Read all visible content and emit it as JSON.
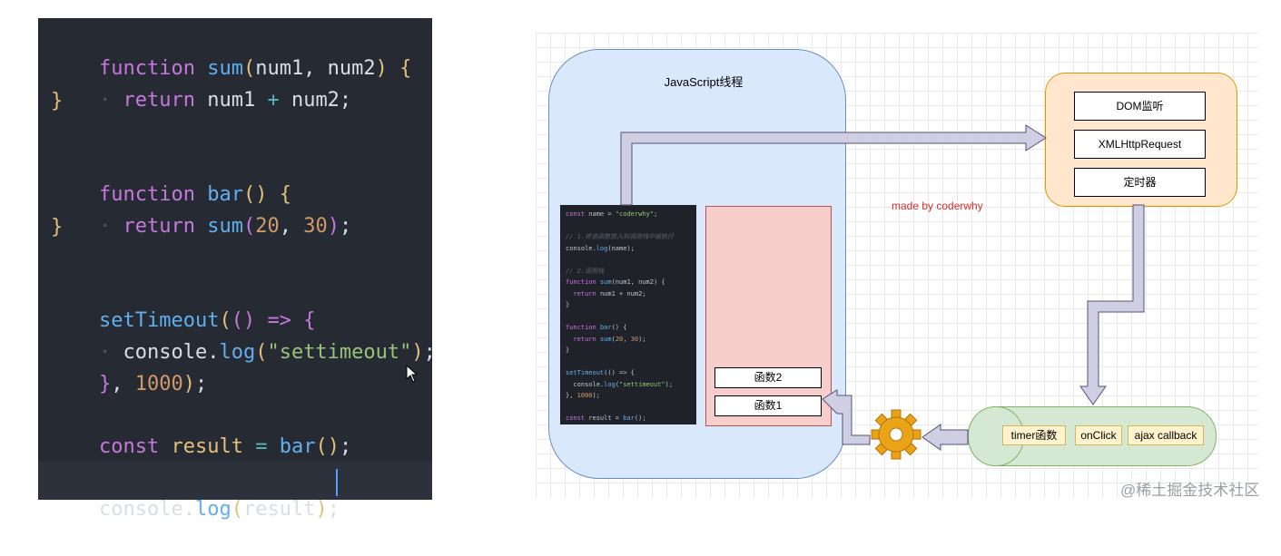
{
  "editor": {
    "lines": [
      "function sum(num1, num2) {",
      "  return num1 + num2;",
      "}",
      "function bar() {",
      "  return sum(20, 30);",
      "}",
      "setTimeout(() => {",
      "  console.log(\"settimeout\");",
      "}, 1000);",
      "const result = bar();",
      "console.log(result);"
    ]
  },
  "diagram": {
    "js_thread_title": "JavaScript线程",
    "watermark": "made by coderwhy",
    "site_watermark": "@稀土掘金技术社区",
    "mini_code": [
      "const name = \"coderwhy\";",
      "",
      "// 1.将该函数放入到调用栈中被执行",
      "console.log(name);",
      "",
      "// 2.调用栈",
      "function sum(num1, num2) {",
      "  return num1 + num2;",
      "}",
      "",
      "function bar() {",
      "  return sum(20, 30);",
      "}",
      "",
      "setTimeout(() => {",
      "  console.log(\"settimeout\");",
      "}, 1000);",
      "",
      "const result = bar();"
    ],
    "call_stack": [
      "函数2",
      "函数1"
    ],
    "web_apis": [
      "DOM监听",
      "XMLHttpRequest",
      "定时器"
    ],
    "event_queue": [
      "timer函数",
      "onClick",
      "ajax callback"
    ]
  },
  "colors": {
    "editor_bg": "#262a33",
    "js_thread_fill": "#dae8fc",
    "stack_fill": "#f8cecc",
    "webapi_fill": "#ffe6cc",
    "queue_fill": "#d5e8d4",
    "arrow_fill": "#d0cee2",
    "watermark_red": "#d62b2b"
  }
}
